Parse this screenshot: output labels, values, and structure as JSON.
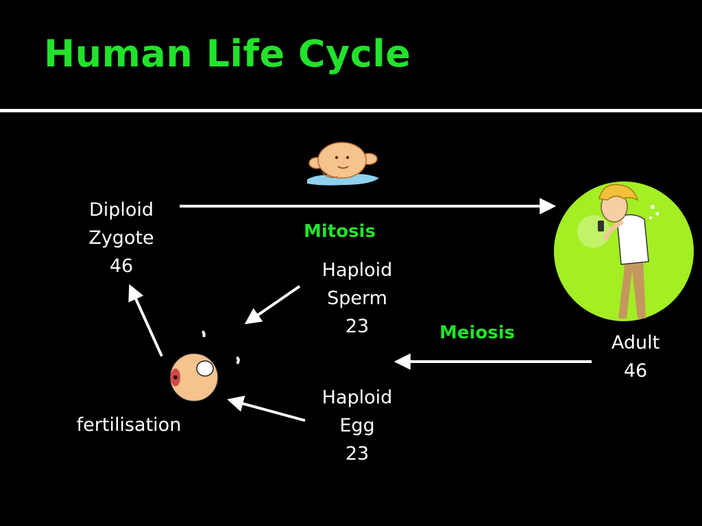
{
  "slide": {
    "title": "Human Life Cycle"
  },
  "diagram": {
    "zygote": {
      "line1": "Diploid",
      "line2": "Zygote",
      "line3": "46"
    },
    "mitosis": "Mitosis",
    "sperm": {
      "line1": "Haploid",
      "line2": "Sperm",
      "line3": "23"
    },
    "meiosis": "Meiosis",
    "adult": {
      "line1": "Adult",
      "line2": "46"
    },
    "egg": {
      "line1": "Haploid",
      "line2": "Egg",
      "line3": "23"
    },
    "fertilisation": "fertilisation"
  },
  "colors": {
    "background": "#000000",
    "title": "#22e22c",
    "process_label": "#22e22c",
    "text": "#ffffff",
    "arrow": "#ffffff",
    "adult_circle": "#a4ee24"
  },
  "icons": {
    "baby": "baby-clipart-icon",
    "adult": "adult-on-phone-clipart-icon",
    "fertilisation": "fertilisation-egg-sperm-icon"
  }
}
